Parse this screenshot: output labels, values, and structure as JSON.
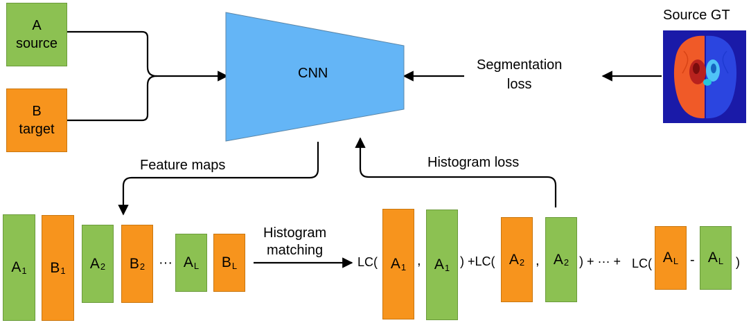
{
  "inputs": {
    "a": {
      "letter": "A",
      "word": "source"
    },
    "b": {
      "letter": "B",
      "word": "target"
    }
  },
  "cnn_label": "CNN",
  "segmentation_loss": {
    "line1": "Segmentation",
    "line2": "loss"
  },
  "source_gt_title": "Source GT",
  "feature_maps_label": "Feature maps",
  "histogram_loss_label": "Histogram loss",
  "histogram_matching": {
    "line1": "Histogram",
    "line2": "matching"
  },
  "features": [
    {
      "letter": "A",
      "sub": "1",
      "color": "green"
    },
    {
      "letter": "B",
      "sub": "1",
      "color": "orange"
    },
    {
      "letter": "A",
      "sub": "2",
      "color": "green"
    },
    {
      "letter": "B",
      "sub": "2",
      "color": "orange"
    },
    {
      "letter": "A",
      "sub": "L",
      "color": "green"
    },
    {
      "letter": "B",
      "sub": "L",
      "color": "orange"
    }
  ],
  "ellipsis": "···",
  "loss_terms": {
    "lc1": "LC(",
    "comma1": ",",
    "close_plus1": ")",
    "plus_lc2": "+LC(",
    "comma2": ",",
    "close_plus_dots": ") + ··· +",
    "lc3": "LC(",
    "dash": "-",
    "close3": ")",
    "t1a": {
      "letter": "A",
      "sub": "1"
    },
    "t1b": {
      "letter": "A",
      "sub": "1"
    },
    "t2a": {
      "letter": "A",
      "sub": "2"
    },
    "t2b": {
      "letter": "A",
      "sub": "2"
    },
    "t3a": {
      "letter": "A",
      "sub": "L"
    },
    "t3b": {
      "letter": "A",
      "sub": "L"
    }
  },
  "colors": {
    "green": "#8cc152",
    "orange": "#f7941d",
    "cnn": "#64b5f6",
    "brain_bg": "#1a1aa8",
    "brain_left": "#f05a28",
    "brain_right": "#2b45e0"
  }
}
